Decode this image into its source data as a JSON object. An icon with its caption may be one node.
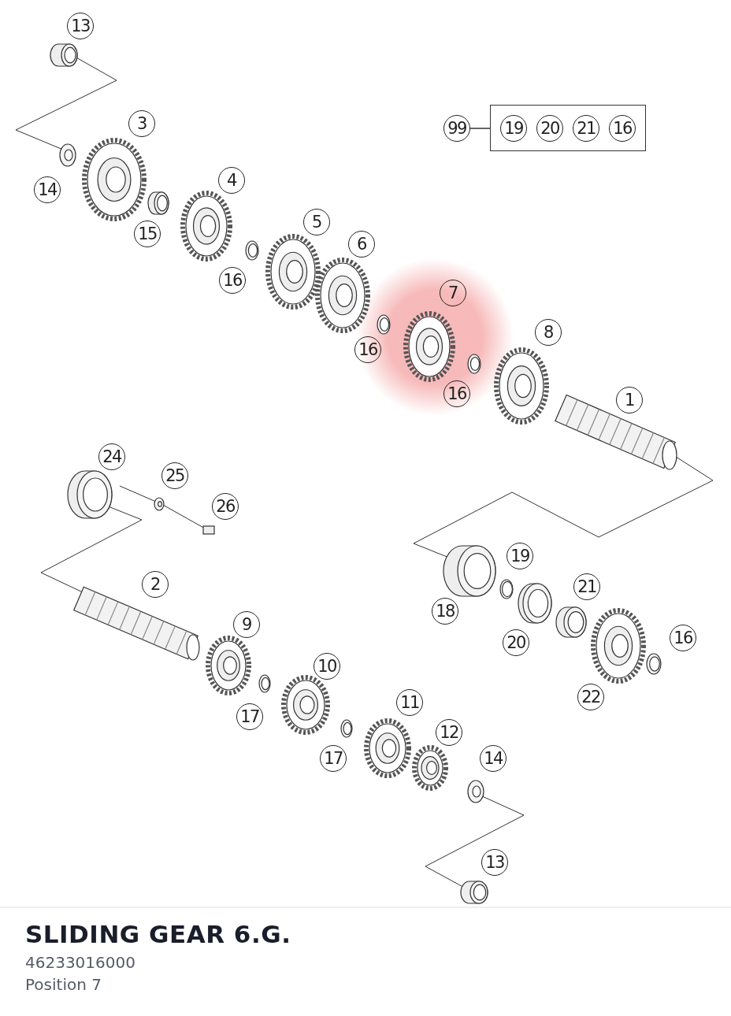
{
  "diagram": {
    "title": "SLIDING GEAR 6.G.",
    "nodes": [
      {
        "text": [
          "13"
        ]
      },
      {
        "text": [
          "3"
        ]
      },
      {
        "text": [
          "4"
        ]
      },
      {
        "text": [
          "14"
        ]
      },
      {
        "text": [
          "5"
        ]
      },
      {
        "text": [
          "15"
        ]
      },
      {
        "text": [
          "6"
        ]
      },
      {
        "text": [
          "16"
        ]
      },
      {
        "text": [
          "7"
        ]
      },
      {
        "text": [
          "8"
        ]
      },
      {
        "text": [
          "16"
        ]
      },
      {
        "text": [
          "16"
        ]
      },
      {
        "text": [
          "1"
        ]
      },
      {
        "text": [
          "24"
        ]
      },
      {
        "text": [
          "25"
        ]
      },
      {
        "text": [
          "26"
        ]
      },
      {
        "text": [
          "19"
        ]
      },
      {
        "text": [
          "2"
        ]
      },
      {
        "text": [
          "21"
        ]
      },
      {
        "text": [
          "18"
        ]
      },
      {
        "text": [
          "9"
        ]
      },
      {
        "text": [
          "16"
        ]
      },
      {
        "text": [
          "20"
        ]
      },
      {
        "text": [
          "10"
        ]
      },
      {
        "text": [
          "22"
        ]
      },
      {
        "text": [
          "11"
        ]
      },
      {
        "text": [
          "17"
        ]
      },
      {
        "text": [
          "12"
        ]
      },
      {
        "text": [
          "14"
        ]
      },
      {
        "text": [
          "17"
        ]
      },
      {
        "text": [
          "13"
        ]
      },
      {
        "text": [
          "99"
        ]
      },
      {
        "text": [],
        "shape": "box"
      },
      {
        "text": [
          "19"
        ],
        "in": 32
      },
      {
        "text": [
          "20"
        ],
        "in": 32
      },
      {
        "text": [
          "21"
        ],
        "in": 32
      },
      {
        "text": [
          "16"
        ],
        "in": 32
      }
    ],
    "edges": [
      {
        "from": 31,
        "to": 32,
        "arrow": "none"
      }
    ],
    "labels": [
      "46233016000",
      "Position 7"
    ]
  }
}
